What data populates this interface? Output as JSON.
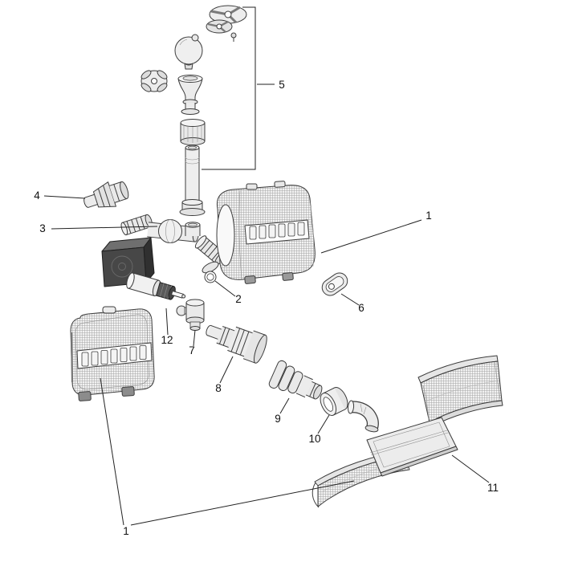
{
  "page": {
    "background": "#ffffff",
    "line_color": "#222222"
  },
  "diagram": {
    "type": "exploded-parts-diagram",
    "callouts": [
      {
        "label": "5"
      },
      {
        "label": "4"
      },
      {
        "label": "3"
      },
      {
        "label": "1"
      },
      {
        "label": "2"
      },
      {
        "label": "6"
      },
      {
        "label": "12"
      },
      {
        "label": "7"
      },
      {
        "label": "8"
      },
      {
        "label": "9"
      },
      {
        "label": "10"
      },
      {
        "label": "11"
      },
      {
        "label": "1"
      }
    ]
  }
}
